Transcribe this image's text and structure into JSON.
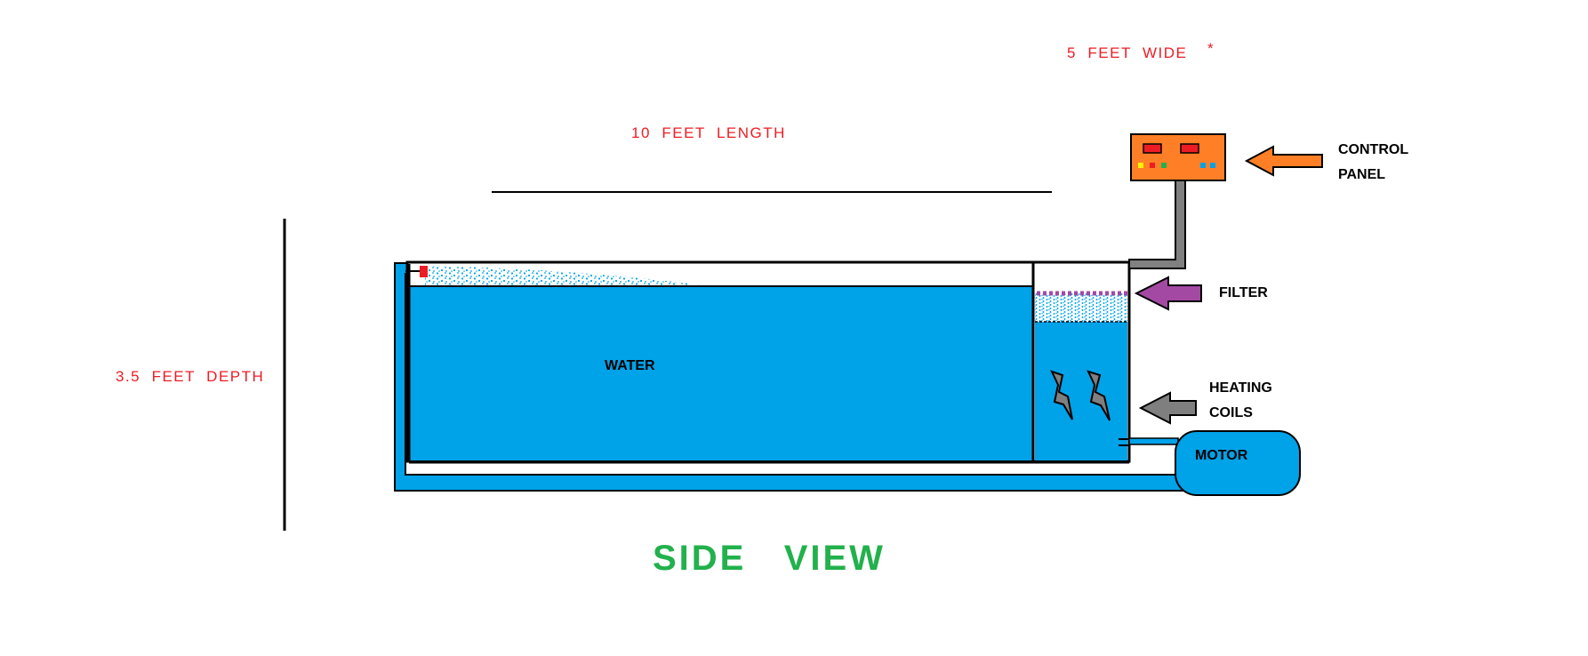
{
  "labels": {
    "wide": "5  FEET  WIDE",
    "wide_mark": "*",
    "length": "10  FEET  LENGTH",
    "depth": "3.5  FEET  DEPTH",
    "water": "WATER",
    "control_line1": "CONTROL",
    "control_line2": "PANEL",
    "filter": "FILTER",
    "heating_line1": "HEATING",
    "heating_line2": "COILS",
    "motor": "MOTOR",
    "view": "SIDE   VIEW"
  },
  "colors": {
    "dimension_text": "#ed1c24",
    "view_title": "#22b14c",
    "water": "#00a2e8",
    "control_panel": "#ff7f27",
    "filter": "#a349a4",
    "heating_arrow": "#7f7f7f",
    "pipe": "#808080"
  },
  "icons": [
    "arrow-left-icon",
    "lightning-bolt-icon"
  ]
}
